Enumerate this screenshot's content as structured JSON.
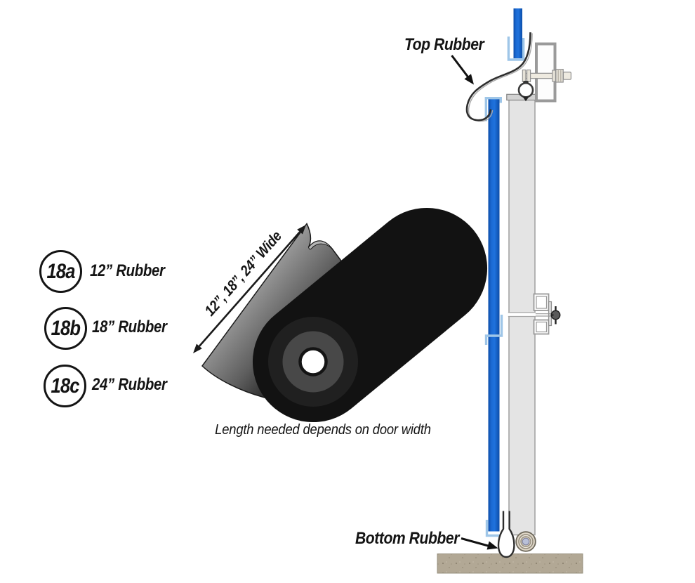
{
  "parts_legend": {
    "items": [
      {
        "id": "18a",
        "label": "12” Rubber"
      },
      {
        "id": "18b",
        "label": "18” Rubber"
      },
      {
        "id": "18c",
        "label": "24” Rubber"
      }
    ]
  },
  "roll": {
    "width_label": "12”, 18”, 24” Wide",
    "caption": "Length needed depends on door width"
  },
  "door_diagram": {
    "top_rubber_label": "Top Rubber",
    "bottom_rubber_label": "Bottom Rubber"
  },
  "colors": {
    "rubber_blue": "#1b6ad3",
    "bracket_light_blue": "#9fc6e8",
    "panel_gray": "#e4e4e4",
    "floor_tan": "#b2a895",
    "ink": "#141414"
  }
}
